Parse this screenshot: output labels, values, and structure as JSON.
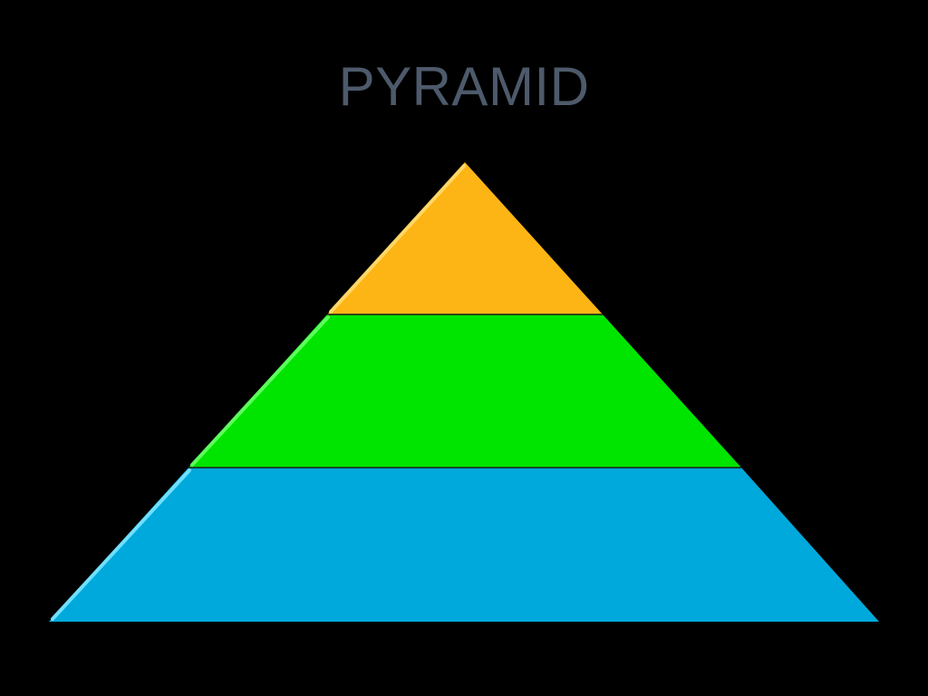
{
  "slide": {
    "title": "PYRAMID"
  },
  "colors": {
    "background": "#000000",
    "title": "#4d5a6b",
    "top_tier": "#fdb515",
    "top_tier_highlight": "#ffd766",
    "middle_tier": "#00e500",
    "middle_tier_highlight": "#5cff5c",
    "bottom_tier": "#00a9db",
    "bottom_tier_highlight": "#6fe0ff",
    "divider": "#1a1a1a"
  },
  "pyramid": {
    "tiers": [
      {
        "name": "top",
        "color_key": "top_tier"
      },
      {
        "name": "middle",
        "color_key": "middle_tier"
      },
      {
        "name": "bottom",
        "color_key": "bottom_tier"
      }
    ]
  }
}
